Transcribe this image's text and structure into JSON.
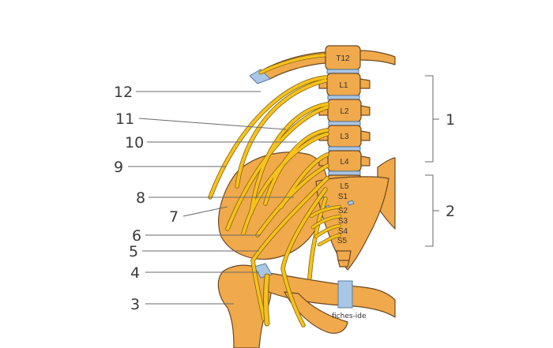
{
  "colors": {
    "bone": "#f0a94b",
    "bone_outline": "#6b4a24",
    "nerve": "#f7c21c",
    "nerve_outline": "#8a6a10",
    "disc": "#a8c6e6",
    "leader_line": "#6a6a6a",
    "text": "#3a3a3a"
  },
  "vertebrae": [
    "T12",
    "L1",
    "L2",
    "L3",
    "L4",
    "L5"
  ],
  "sacral_labels": [
    "S1",
    "S2",
    "S3",
    "S4",
    "S5"
  ],
  "callouts": {
    "n1": "1",
    "n2": "2",
    "n3": "3",
    "n4": "4",
    "n5": "5",
    "n6": "6",
    "n7": "7",
    "n8": "8",
    "n9": "9",
    "n10": "10",
    "n11": "11",
    "n12": "12"
  },
  "credit": "fiches-ide"
}
